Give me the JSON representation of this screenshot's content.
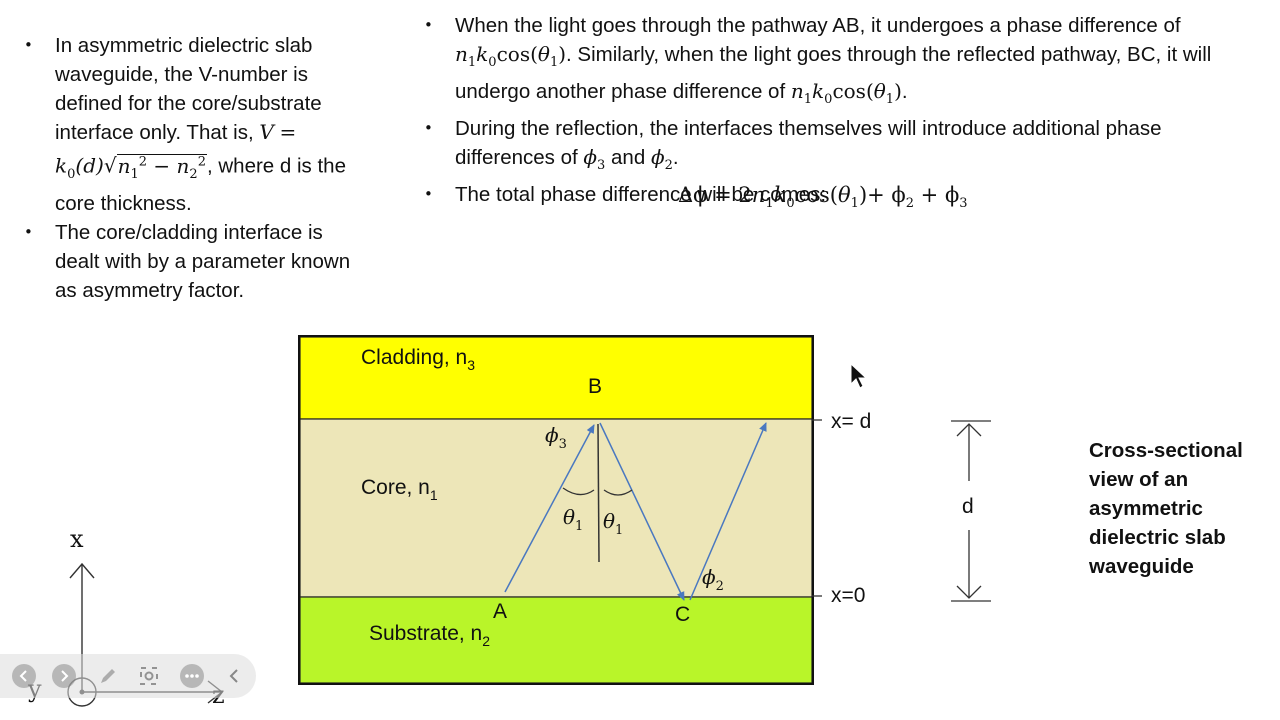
{
  "left_bullets": {
    "b1_text1": "In asymmetric dielectric slab waveguide, the V-number is defined for the core/substrate interface only. That is, ",
    "b1_V": "V",
    "b1_eq": "=",
    "b1_k0": "k",
    "b1_sub0": "0",
    "b1_d": "(d)",
    "b1_n1": "n",
    "b1_sub1": "1",
    "b1_sup2a": "2",
    "b1_minus": " − ",
    "b1_n2": "n",
    "b1_sub2": "2",
    "b1_sup2b": "2",
    "b1_text2": ", where d is the core thickness.",
    "b2_text": "The core/cladding interface is dealt with by a parameter known as asymmetry factor."
  },
  "right_bullets": {
    "b1_text1": "When the light goes through the pathway AB, it undergoes a phase difference of ",
    "b1_text2": ". Similarly, when the light goes through the reflected pathway, BC, it will undergo another phase difference of ",
    "b1_text3": ".",
    "term_n": "n",
    "term_n_sub": "1",
    "term_k": "k",
    "term_k_sub": "0",
    "term_cos": "cos(",
    "term_theta": "θ",
    "term_theta_sub": "1",
    "term_close": ")",
    "b2_text1": "During the reflection, the interfaces themselves will introduce additional phase differences of ",
    "b2_phi": "ϕ",
    "b2_sub3": "3",
    "b2_and": " and ",
    "b2_sub2": "2",
    "b2_end": ".",
    "b3_text": "The total phase difference will be comes:"
  },
  "equation": {
    "delta_phi": "Δϕ = 2",
    "n": "n",
    "n_sub": "1",
    "k": "k",
    "k_sub": "0",
    "cos": "cos(",
    "theta": "θ",
    "theta_sub": "1",
    "rest": ")+ ϕ",
    "phi2_sub": "2",
    "plus": " + ϕ",
    "phi3_sub": "3"
  },
  "diagram": {
    "cladding_label": "Cladding, n",
    "cladding_sub": "3",
    "core_label": "Core, n",
    "core_sub": "1",
    "substrate_label": "Substrate, n",
    "substrate_sub": "2",
    "point_a": "A",
    "point_b": "B",
    "point_c": "C",
    "phi": "ϕ",
    "phi3_sub": "3",
    "phi2_sub": "2",
    "theta": "θ",
    "theta_sub": "1",
    "x_eq_d": "x= d",
    "x_eq_0": "x=0",
    "d_label": "d",
    "axis_x": "x",
    "axis_y": "y",
    "axis_z": "z",
    "colors": {
      "cladding": "#ffff00",
      "core": "#ede6b8",
      "substrate": "#b9f529",
      "ray": "#4a78c0"
    }
  },
  "caption": "Cross-sectional view of an asymmetric dielectric slab waveguide",
  "toolbar": {
    "icons": [
      "back-icon",
      "forward-icon",
      "pen-icon",
      "zoom-icon",
      "more-icon",
      "collapse-icon"
    ]
  }
}
